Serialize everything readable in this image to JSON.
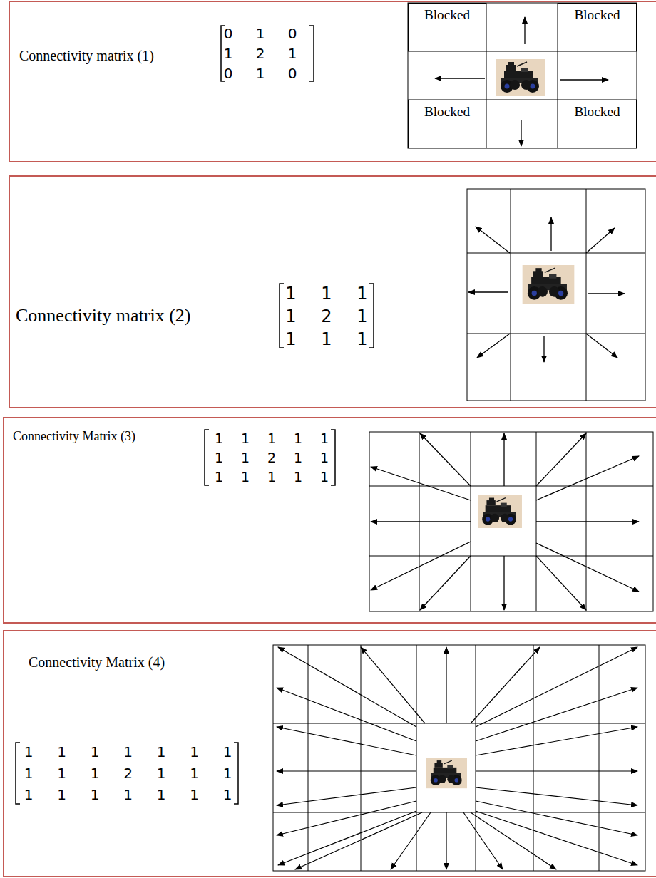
{
  "diagram": {
    "nodes": [
      {
        "text": [
          "Connectivity matrix (1)"
        ]
      },
      {
        "text": [
          "Blocked"
        ],
        "in": 0
      },
      {
        "text": [
          "Blocked"
        ],
        "in": 0
      },
      {
        "text": [
          "Blocked"
        ],
        "in": 0
      },
      {
        "text": [
          "Blocked"
        ],
        "in": 0
      },
      {
        "text": [
          "Connectivity matrix (2)"
        ]
      },
      {
        "text": [
          "Connectivity Matrix (3)"
        ]
      },
      {
        "text": [
          "Connectivity Matrix (4)"
        ]
      }
    ],
    "labels": [
      "0",
      "1",
      "0",
      "1",
      "2",
      "1",
      "0",
      "1",
      "0",
      "1",
      "1",
      "1",
      "1",
      "2",
      "1",
      "1",
      "1",
      "1",
      "1",
      "1",
      "1",
      "1",
      "1",
      "1",
      "1",
      "2",
      "1",
      "1",
      "1",
      "1",
      "1",
      "1",
      "1",
      "1",
      "1",
      "1",
      "1",
      "1",
      "1",
      "1",
      "1",
      "1",
      "1",
      "2",
      "1",
      "1",
      "1",
      "1",
      "1",
      "1",
      "1",
      "1",
      "1",
      "1"
    ]
  }
}
